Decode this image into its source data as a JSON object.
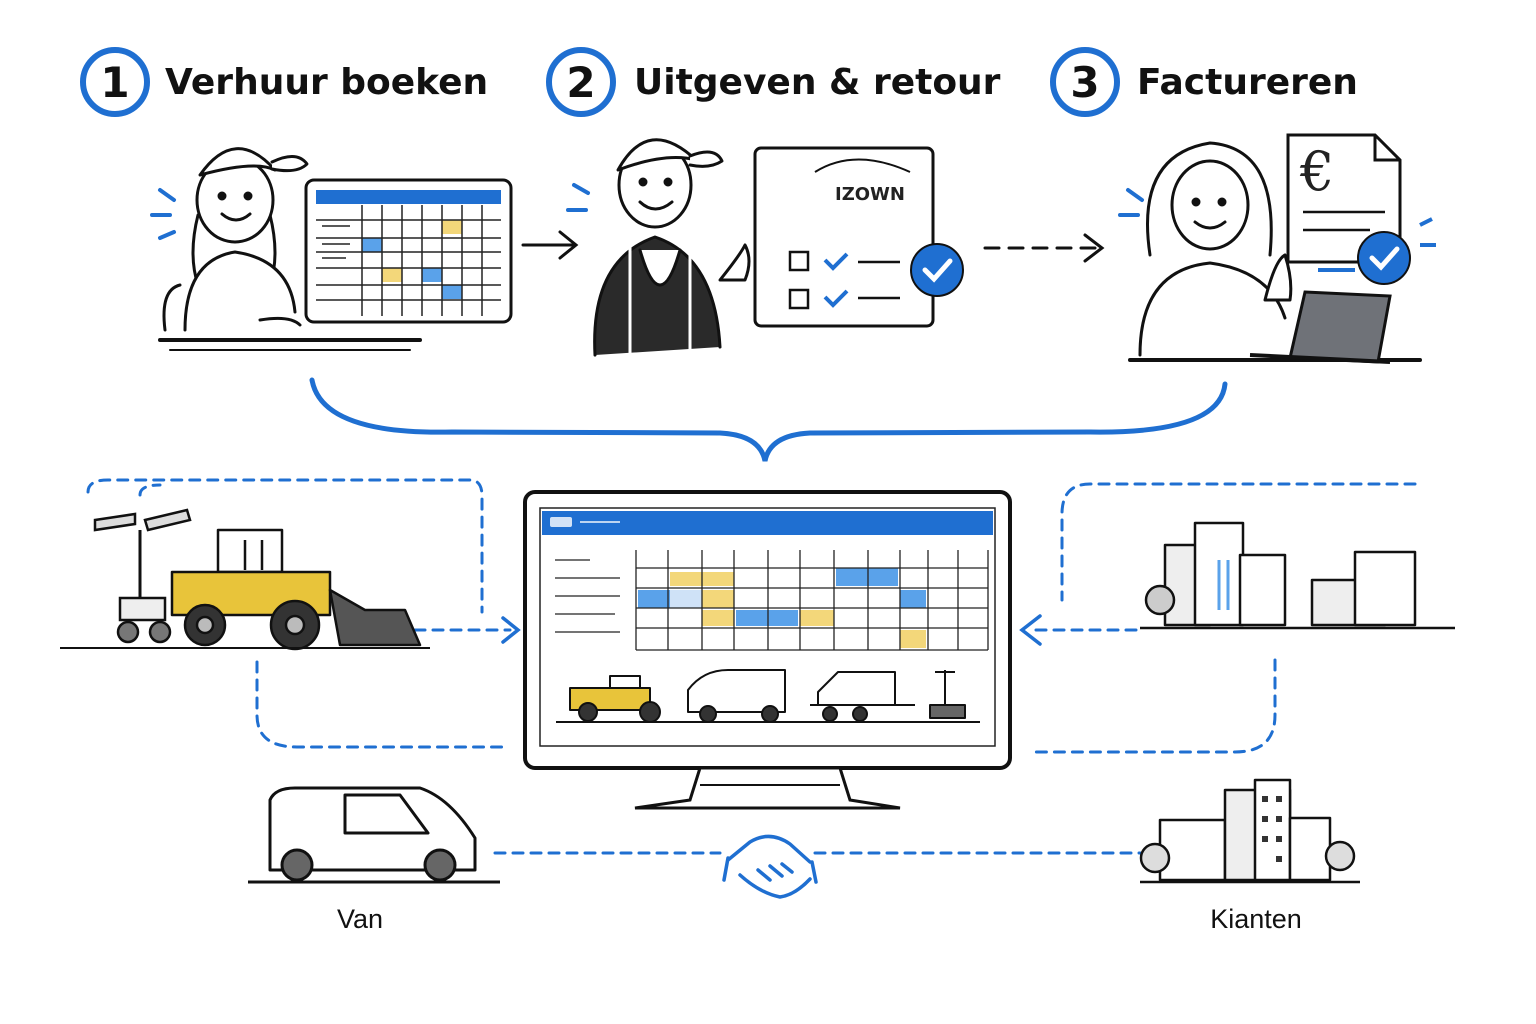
{
  "steps": [
    {
      "number": "1",
      "title": "Verhuur boeken"
    },
    {
      "number": "2",
      "title": "Uitgeven & retour"
    },
    {
      "number": "3",
      "title": "Factureren"
    }
  ],
  "checklist_doc": {
    "label": "IZOWN"
  },
  "invoice_doc": {
    "symbol": "€"
  },
  "captions": {
    "van": "Van",
    "customers": "Kianten"
  },
  "colors": {
    "accent": "#1f6fd1",
    "highlight_blue": "#5aa2ea",
    "highlight_yellow": "#f3d77a",
    "ink": "#111111",
    "machine_yellow": "#e8c43a"
  },
  "icons": [
    "calendar-icon",
    "checkmark-icon",
    "key-icon",
    "euro-icon",
    "laptop-icon",
    "handshake-icon",
    "monitor-icon",
    "excavator-icon",
    "van-icon",
    "trailer-icon",
    "light-tower-icon",
    "building-icon"
  ]
}
